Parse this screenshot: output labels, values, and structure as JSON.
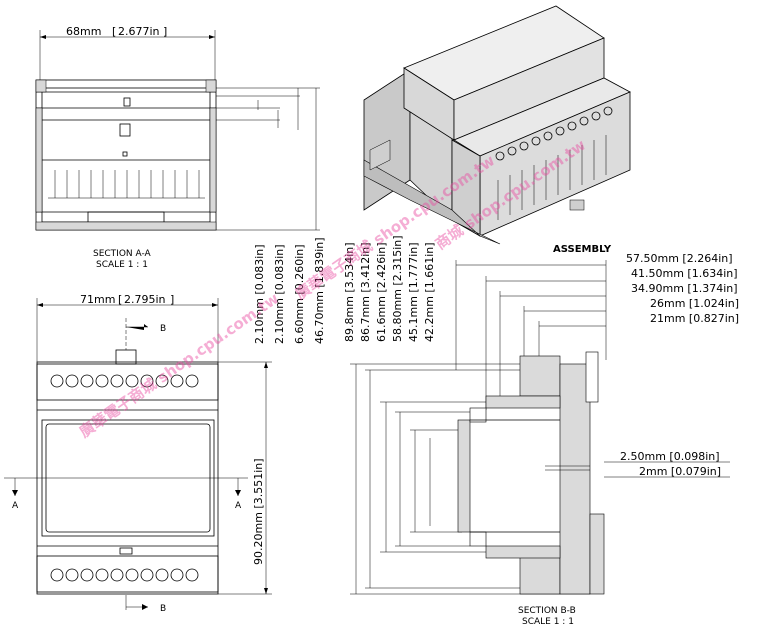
{
  "section_aa": {
    "width_dim": "68mm",
    "width_dim_in": "2.677in",
    "caption_title": "SECTION A-A",
    "caption_scale": "SCALE 1 : 1",
    "v_dims": [
      {
        "mm": "2.10mm",
        "in": "0.083in"
      },
      {
        "mm": "2.10mm",
        "in": "0.083in"
      },
      {
        "mm": "6.60mm",
        "in": "0.260in"
      },
      {
        "mm": "46.70mm",
        "in": "1.839in"
      }
    ]
  },
  "front_view": {
    "width_dim": "71mm",
    "width_dim_in": "2.795in",
    "height_dim": "90.20mm",
    "height_dim_in": "3.551in",
    "section_letter_a": "A",
    "section_letter_b": "B"
  },
  "assembly": {
    "caption": "ASSEMBLY"
  },
  "section_bb": {
    "caption_title": "SECTION B-B",
    "caption_scale": "SCALE 1 : 1",
    "v_dims": [
      {
        "mm": "89.8mm",
        "in": "3.534in"
      },
      {
        "mm": "86.7mm",
        "in": "3.412in"
      },
      {
        "mm": "61.6mm",
        "in": "2.426in"
      },
      {
        "mm": "58.80mm",
        "in": "2.315in"
      },
      {
        "mm": "45.1mm",
        "in": "1.777in"
      },
      {
        "mm": "42.2mm",
        "in": "1.661in"
      }
    ],
    "h_dims": [
      {
        "mm": "57.50mm",
        "in": "2.264in"
      },
      {
        "mm": "41.50mm",
        "in": "1.634in"
      },
      {
        "mm": "34.90mm",
        "in": "1.374in"
      },
      {
        "mm": "26mm",
        "in": "1.024in"
      },
      {
        "mm": "21mm",
        "in": "0.827in"
      }
    ],
    "small_dims": [
      {
        "mm": "2.50mm",
        "in": "0.098in"
      },
      {
        "mm": "2mm",
        "in": "0.079in"
      }
    ]
  },
  "watermarks": [
    "廣華電子商城 shop.cpu.com.tw",
    "廣華電子商城 shop.cpu.com.tw",
    "商城 shop.cpu.com.tw"
  ]
}
